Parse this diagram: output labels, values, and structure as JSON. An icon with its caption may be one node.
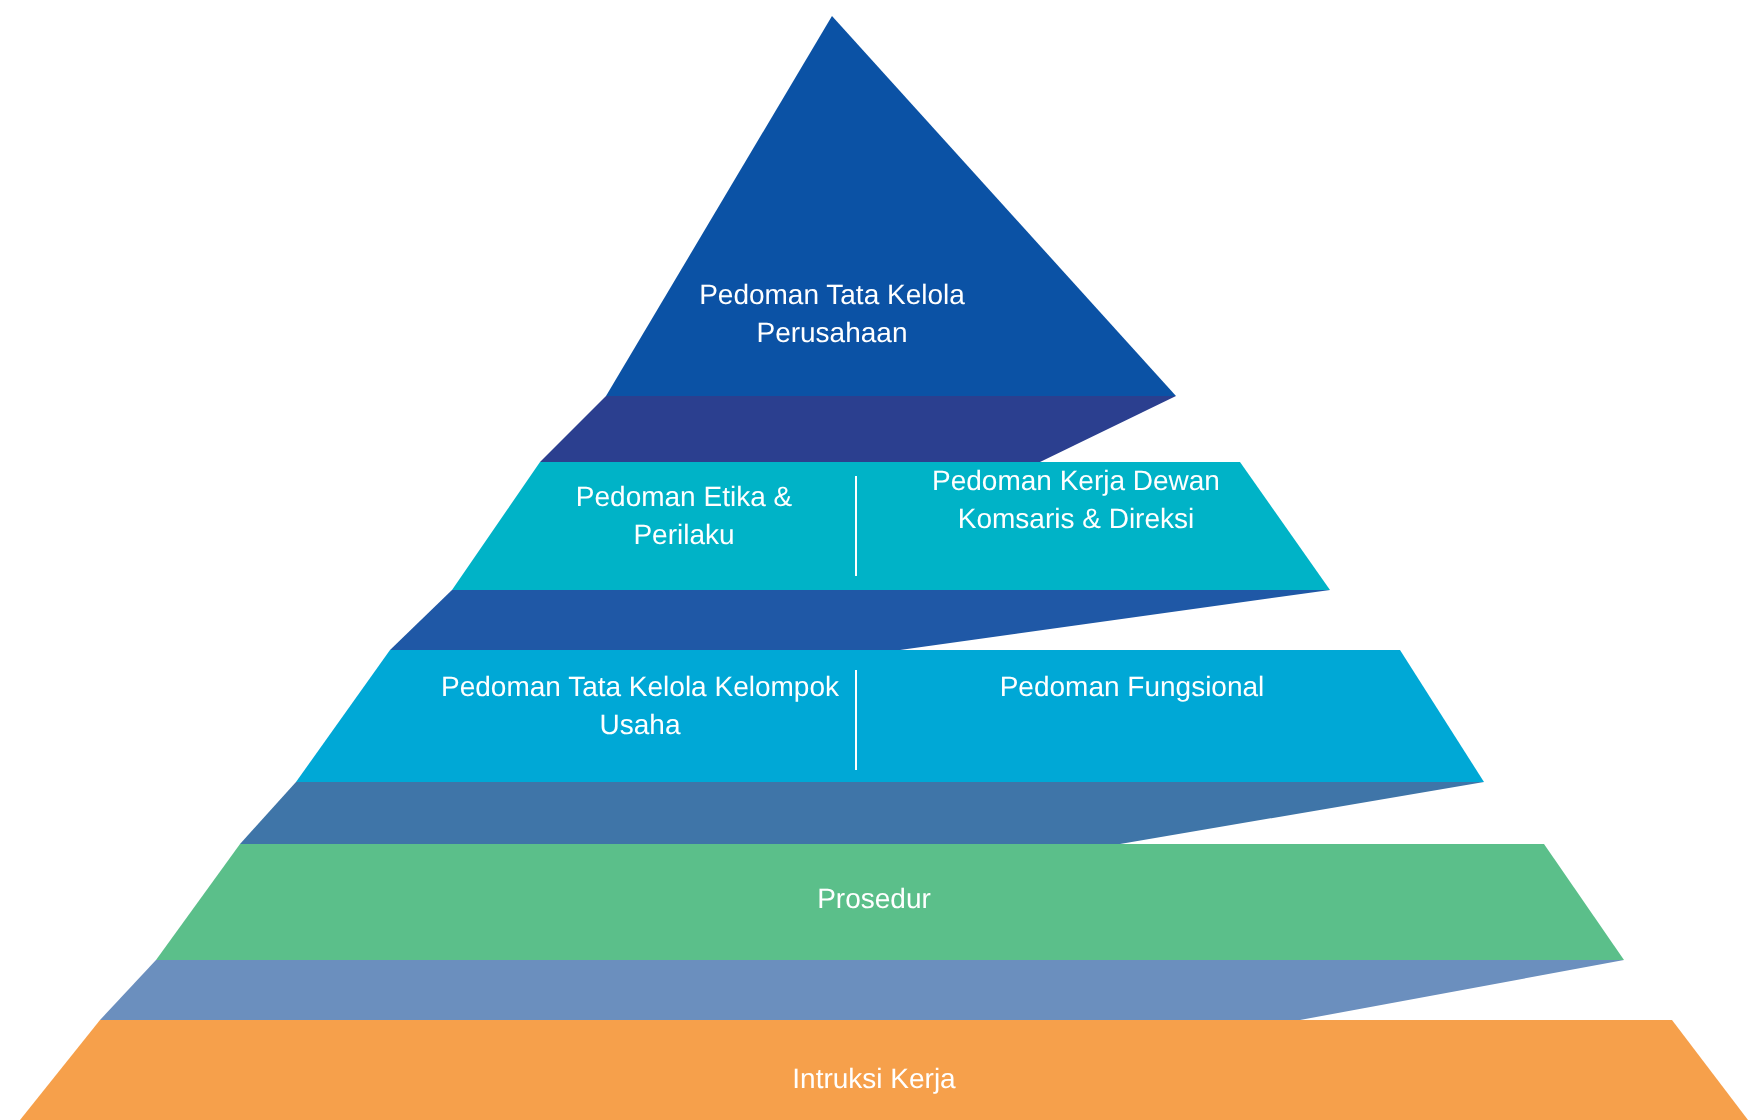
{
  "diagram": {
    "nodes": [
      {
        "text": [
          "Pedoman Tata Kelola Perusahaan"
        ]
      },
      {
        "text": [],
        "shape": "band"
      },
      {
        "text": [
          "Pedoman Etika & Perilaku",
          "Pedoman Kerja Dewan Komsaris & Direksi"
        ]
      },
      {
        "text": [],
        "shape": "band"
      },
      {
        "text": [
          "Pedoman Tata Kelola Kelompok Usaha",
          "Pedoman Fungsional"
        ]
      },
      {
        "text": [],
        "shape": "band"
      },
      {
        "text": [
          "Prosedur"
        ]
      },
      {
        "text": [],
        "shape": "band"
      },
      {
        "text": [
          "Intruksi Kerja"
        ]
      }
    ]
  }
}
